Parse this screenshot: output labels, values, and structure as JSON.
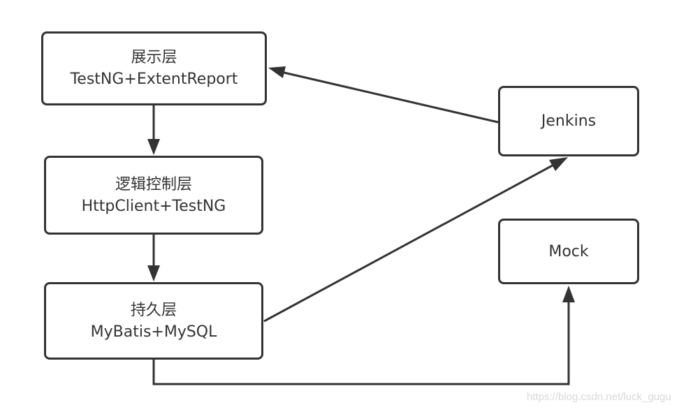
{
  "nodes": {
    "presentation": {
      "title": "展示层",
      "subtitle": "TestNG+ExtentReport"
    },
    "logic": {
      "title": "逻辑控制层",
      "subtitle": "HttpClient+TestNG"
    },
    "persistence": {
      "title": "持久层",
      "subtitle": "MyBatis+MySQL"
    },
    "jenkins": {
      "title": "Jenkins"
    },
    "mock": {
      "title": "Mock"
    }
  },
  "edges": [
    {
      "from": "presentation",
      "to": "logic"
    },
    {
      "from": "logic",
      "to": "persistence"
    },
    {
      "from": "jenkins",
      "to": "presentation"
    },
    {
      "from": "persistence",
      "to": "jenkins"
    },
    {
      "from": "persistence",
      "to": "mock"
    }
  ],
  "colors": {
    "stroke": "#333333",
    "text": "#333333",
    "watermark": "#d9d9d9"
  },
  "watermark": "https://blog.csdn.net/luck_gugu"
}
